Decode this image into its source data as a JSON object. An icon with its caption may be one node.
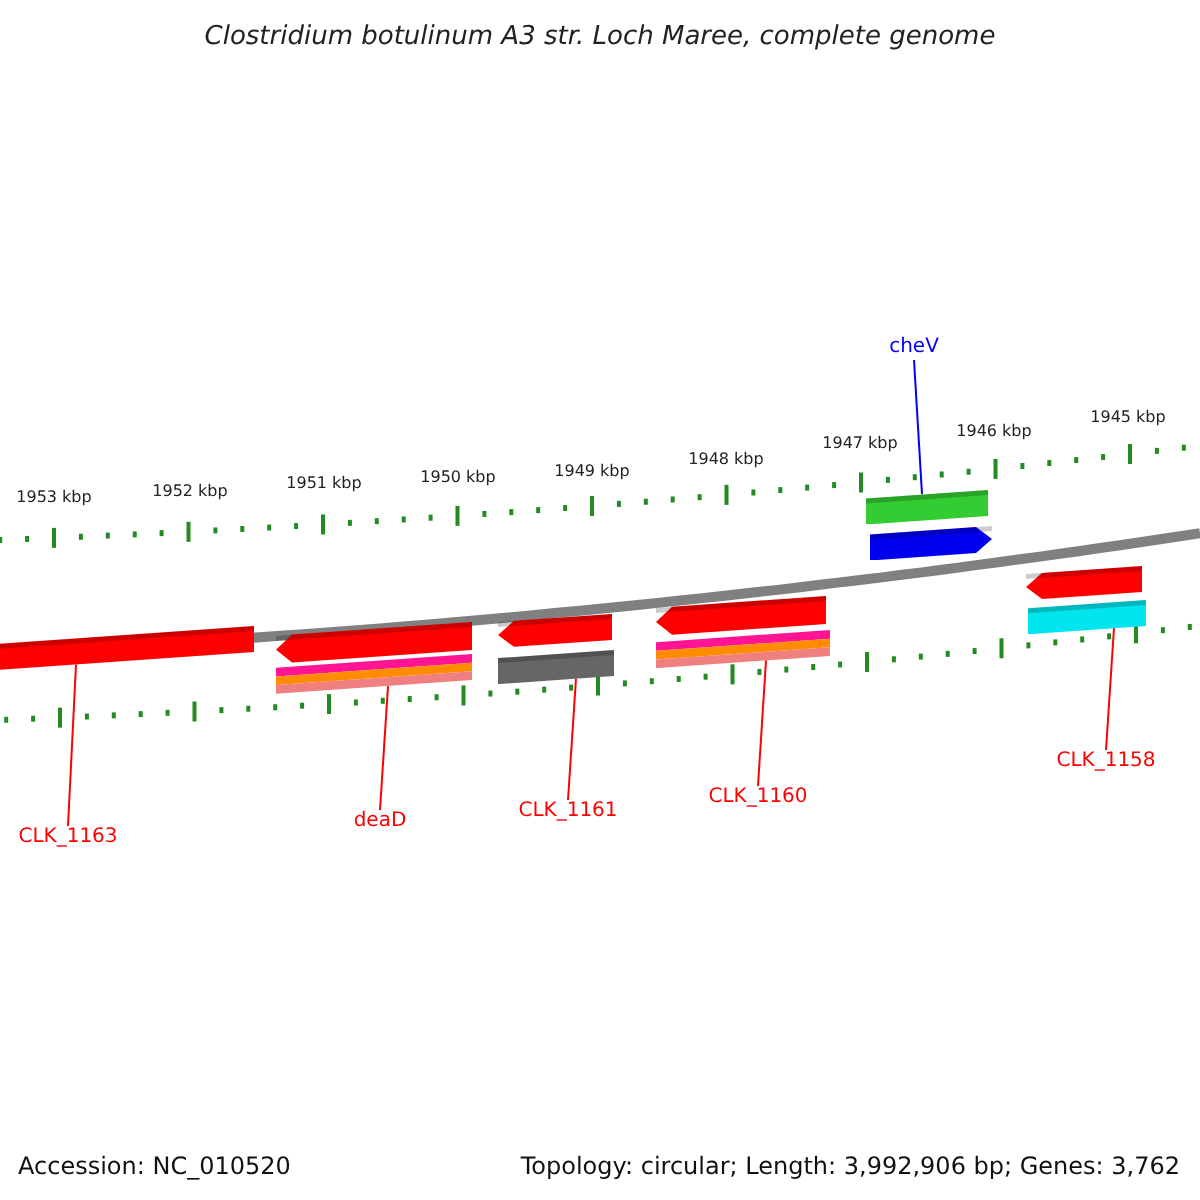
{
  "diagram": {
    "title": "Clostridium botulinum A3 str. Loch Maree, complete genome",
    "nodes": [
      {
        "text": [
          "cheV"
        ]
      },
      {
        "text": [],
        "shape": "bar"
      },
      {
        "text": [],
        "shape": "arrow"
      },
      {
        "text": [],
        "shape": "bar"
      },
      {
        "text": [],
        "shape": "arrow"
      },
      {
        "text": [],
        "shape": "bar"
      },
      {
        "text": [],
        "shape": "arrow"
      },
      {
        "text": [],
        "shape": "bar"
      },
      {
        "text": [],
        "shape": "arrow"
      },
      {
        "text": [],
        "shape": "bar"
      },
      {
        "text": [],
        "shape": "arrow"
      },
      {
        "text": [],
        "shape": "bar"
      },
      {
        "text": [
          "CLK_1163"
        ]
      },
      {
        "text": [
          "deaD"
        ]
      },
      {
        "text": [
          "CLK_1161"
        ]
      },
      {
        "text": [
          "CLK_1160"
        ]
      },
      {
        "text": [
          "CLK_1158"
        ]
      }
    ],
    "edges": [
      {
        "from": 0,
        "to": 1,
        "arrow": "none",
        "color": "#0000ff"
      },
      {
        "from": 12,
        "to": 3,
        "arrow": "none"
      },
      {
        "from": 13,
        "to": 5,
        "arrow": "none"
      },
      {
        "from": 14,
        "to": 7,
        "arrow": "none"
      },
      {
        "from": 15,
        "to": 9,
        "arrow": "none"
      },
      {
        "from": 16,
        "to": 11,
        "arrow": "none"
      }
    ],
    "labels": [
      "1945 kbp",
      "1946 kbp",
      "1947 kbp",
      "1948 kbp",
      "1949 kbp",
      "1950 kbp",
      "1951 kbp",
      "1952 kbp",
      "1953 kbp",
      "Accession: NC_010520",
      "Topology: circular; Length: 3,992,906 bp; Genes: 3,762"
    ]
  }
}
